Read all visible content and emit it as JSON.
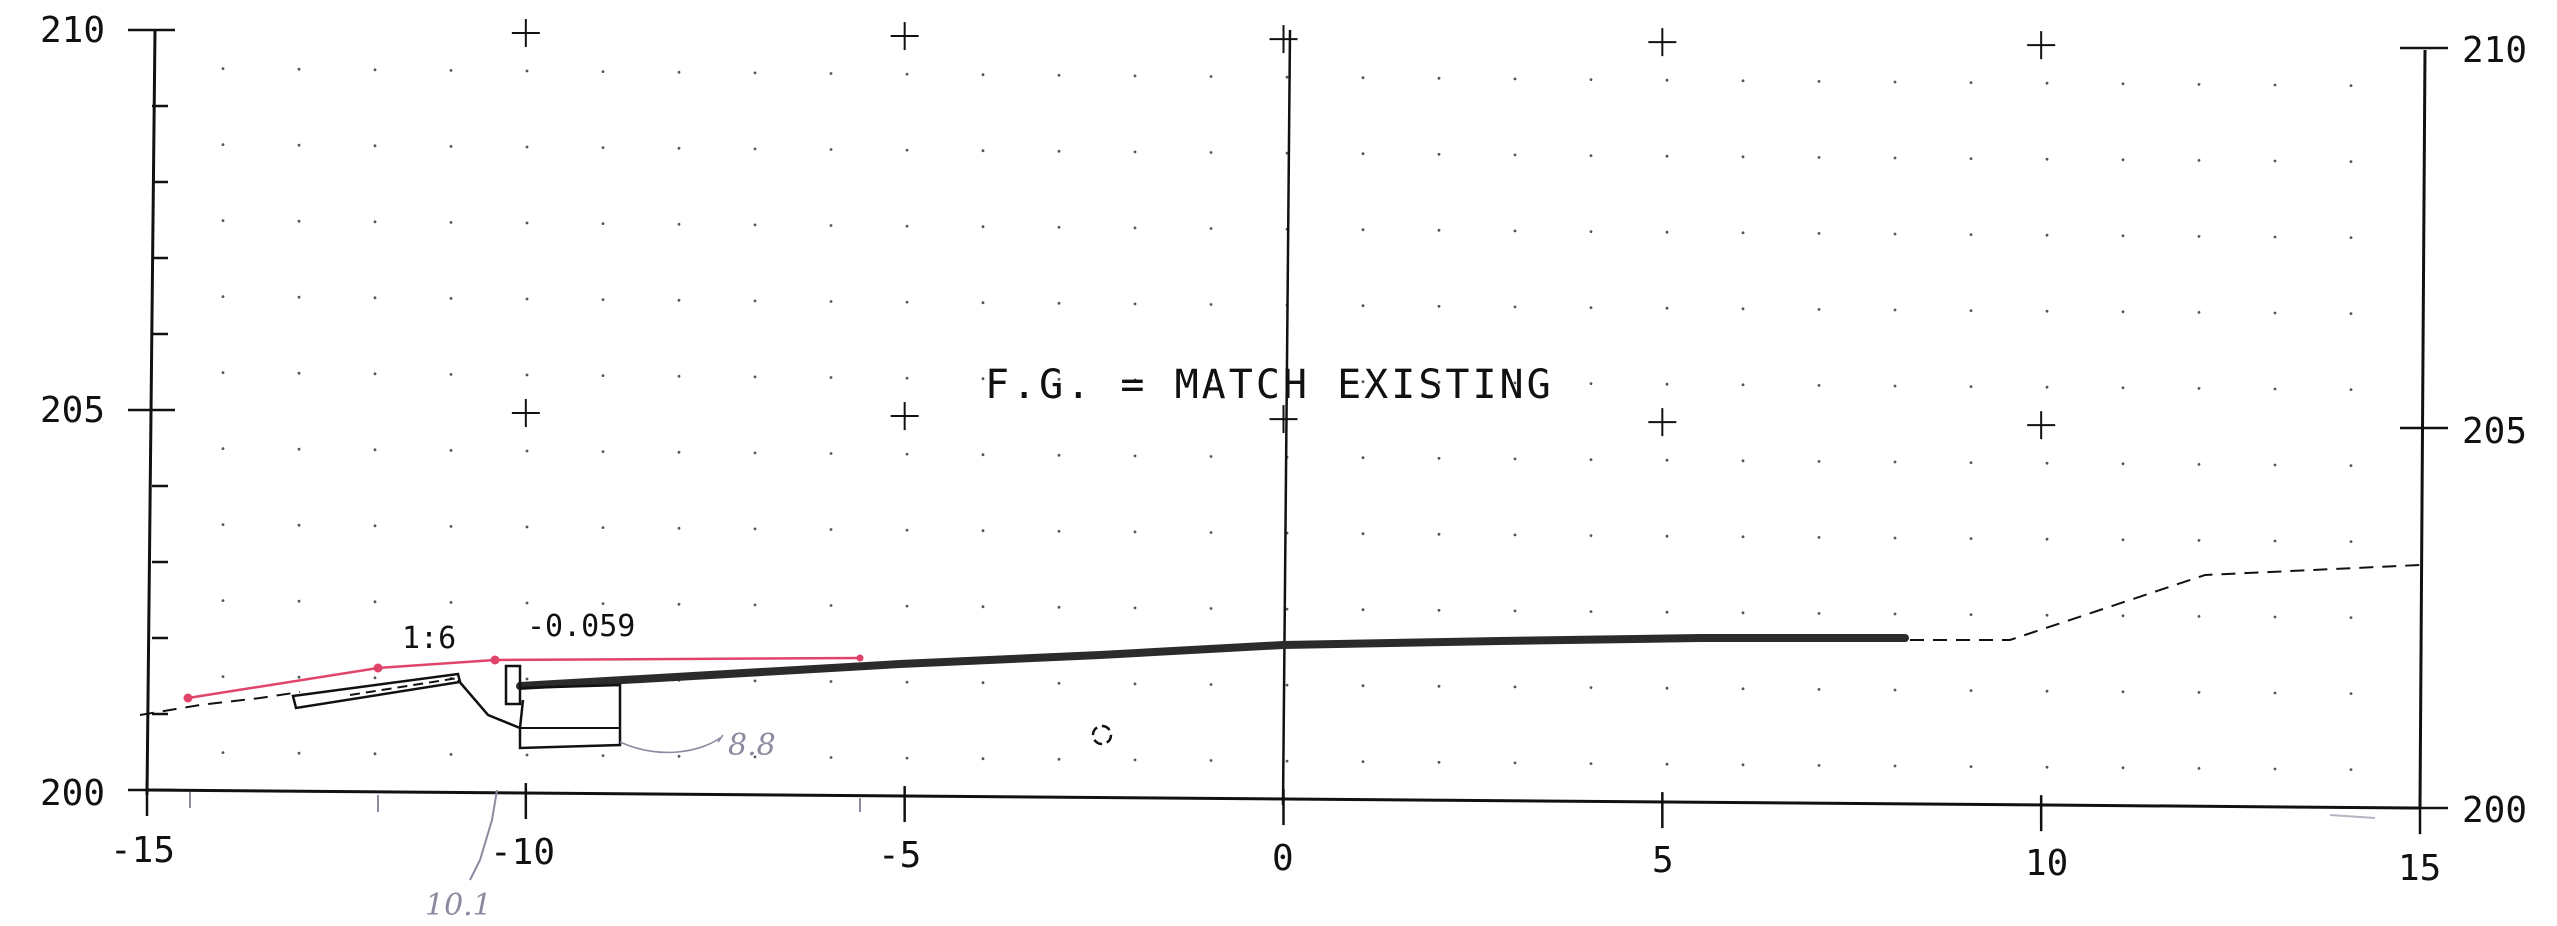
{
  "drawing": {
    "note": "F.G. = MATCH EXISTING",
    "slope_label": "1:6",
    "grade_label": "-0.059",
    "hand_notes": [
      "8.8",
      "10.1"
    ],
    "x_axis": {
      "min": -15,
      "max": 15,
      "major_step": 5,
      "tick_labels": [
        "-15",
        "-10",
        "-5",
        "0",
        "5",
        "10",
        "15"
      ]
    },
    "y_axis": {
      "min": 200,
      "max": 210,
      "minor_step": 1,
      "left_labels": [
        "200",
        "205",
        "210"
      ],
      "right_labels": [
        "200",
        "205",
        "210"
      ]
    },
    "colors": {
      "ink": "#111111",
      "markup": "#e0446a",
      "pencil": "#8b8ba0"
    }
  }
}
